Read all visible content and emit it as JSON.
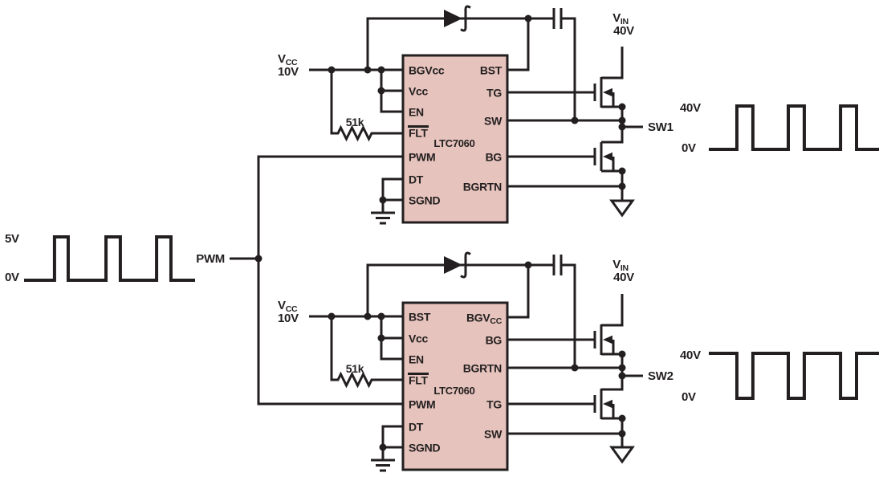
{
  "colors": {
    "line": "#231f20",
    "ic_fill": "#e6c3bc",
    "background": "#ffffff"
  },
  "icons": {
    "schottky_diode_curl": "curled-cathode diode",
    "power_ground": "open-triangle ground",
    "signal_ground": "earth-bars ground"
  },
  "source": {
    "label": "PWM",
    "wave": {
      "high": "5V",
      "low": "0V",
      "num_pulses": 3,
      "inverted": false,
      "pulses": [
        [
          0.178,
          0.258
        ],
        [
          0.479,
          0.563
        ],
        [
          0.775,
          0.859
        ]
      ]
    }
  },
  "circuits": [
    {
      "name": "LTC7060",
      "left_pins": [
        {
          "text": "BGVcc"
        },
        {
          "text": "Vcc"
        },
        {
          "text": "EN"
        },
        {
          "text": "FLT",
          "overline": true
        },
        {
          "text": "PWM"
        },
        {
          "text": "DT"
        },
        {
          "text": "SGND"
        }
      ],
      "right_pins": [
        {
          "text": "BST"
        },
        {
          "text": "TG"
        },
        {
          "text": "SW"
        },
        {
          "text": "BG"
        },
        {
          "text": "BGRTN"
        }
      ],
      "vcc": {
        "text": "V",
        "sub": "CC",
        "value": "10V"
      },
      "resistor": "51k",
      "vin": {
        "text": "V",
        "sub": "IN",
        "value": "40V"
      },
      "node_label": "SW1",
      "wave": {
        "high": "40V",
        "low": "0V",
        "num_pulses": 3,
        "inverted": false,
        "pulses": [
          [
            0.165,
            0.259
          ],
          [
            0.467,
            0.561
          ],
          [
            0.774,
            0.868
          ]
        ]
      }
    },
    {
      "name": "LTC7060",
      "left_pins": [
        {
          "text": "BST"
        },
        {
          "text": "Vcc"
        },
        {
          "text": "EN"
        },
        {
          "text": "FLT",
          "overline": true
        },
        {
          "text": "PWM"
        },
        {
          "text": "DT"
        },
        {
          "text": "SGND"
        }
      ],
      "right_pins": [
        {
          "text": "BGV",
          "sub": "CC"
        },
        {
          "text": "BG"
        },
        {
          "text": "BGRTN"
        },
        {
          "text": "TG"
        },
        {
          "text": "SW"
        }
      ],
      "vcc": {
        "text": "V",
        "sub": "CC",
        "value": "10V"
      },
      "resistor": "51k",
      "vin": {
        "text": "V",
        "sub": "IN",
        "value": "40V"
      },
      "node_label": "SW2",
      "wave": {
        "high": "40V",
        "low": "0V",
        "num_pulses": 3,
        "inverted": true,
        "pulses": [
          [
            0.165,
            0.259
          ],
          [
            0.467,
            0.561
          ],
          [
            0.774,
            0.868
          ]
        ]
      }
    }
  ]
}
